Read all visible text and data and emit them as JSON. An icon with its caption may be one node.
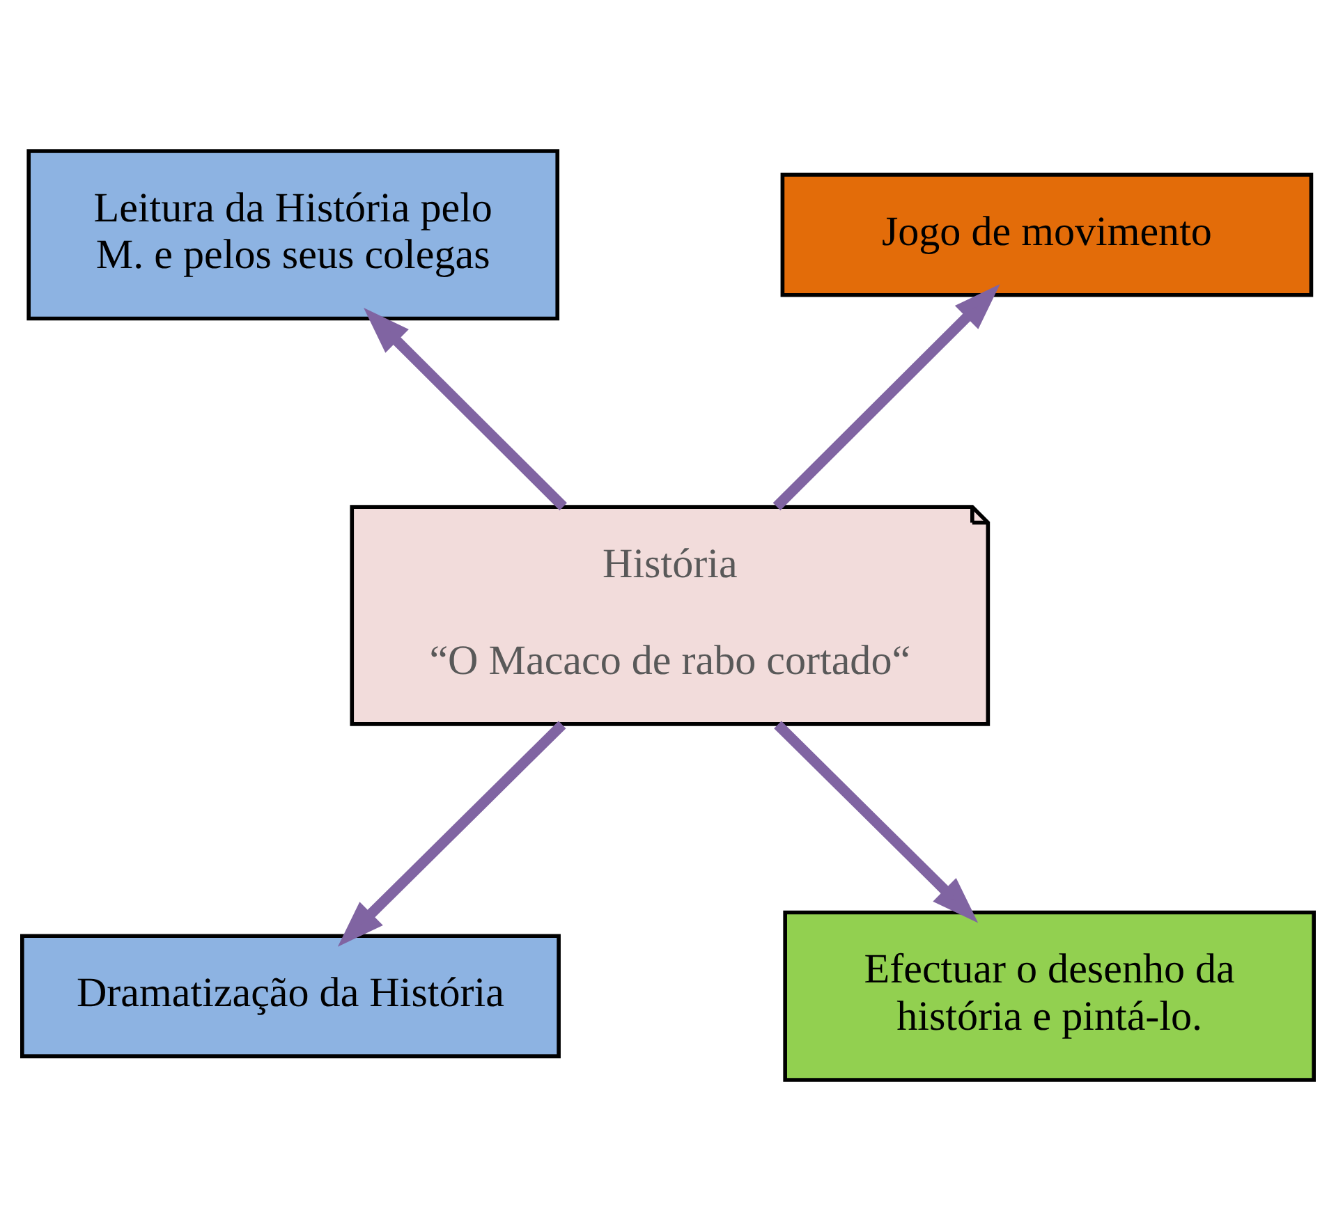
{
  "diagram": {
    "nodes": [
      {
        "text": [
          "História",
          "“O Macaco de rabo cortado“"
        ]
      },
      {
        "text": [
          "Leitura da História pelo M. e pelos seus colegas"
        ]
      },
      {
        "text": [
          "Jogo de movimento"
        ]
      },
      {
        "text": [
          "Dramatização da História"
        ]
      },
      {
        "text": [
          "Efectuar o desenho da história e pintá-lo."
        ]
      }
    ],
    "edges": [
      {
        "from": 0,
        "to": 1,
        "arrow": "to"
      },
      {
        "from": 0,
        "to": 2,
        "arrow": "to"
      },
      {
        "from": 0,
        "to": 3,
        "arrow": "to"
      },
      {
        "from": 0,
        "to": 4,
        "arrow": "to"
      }
    ]
  }
}
